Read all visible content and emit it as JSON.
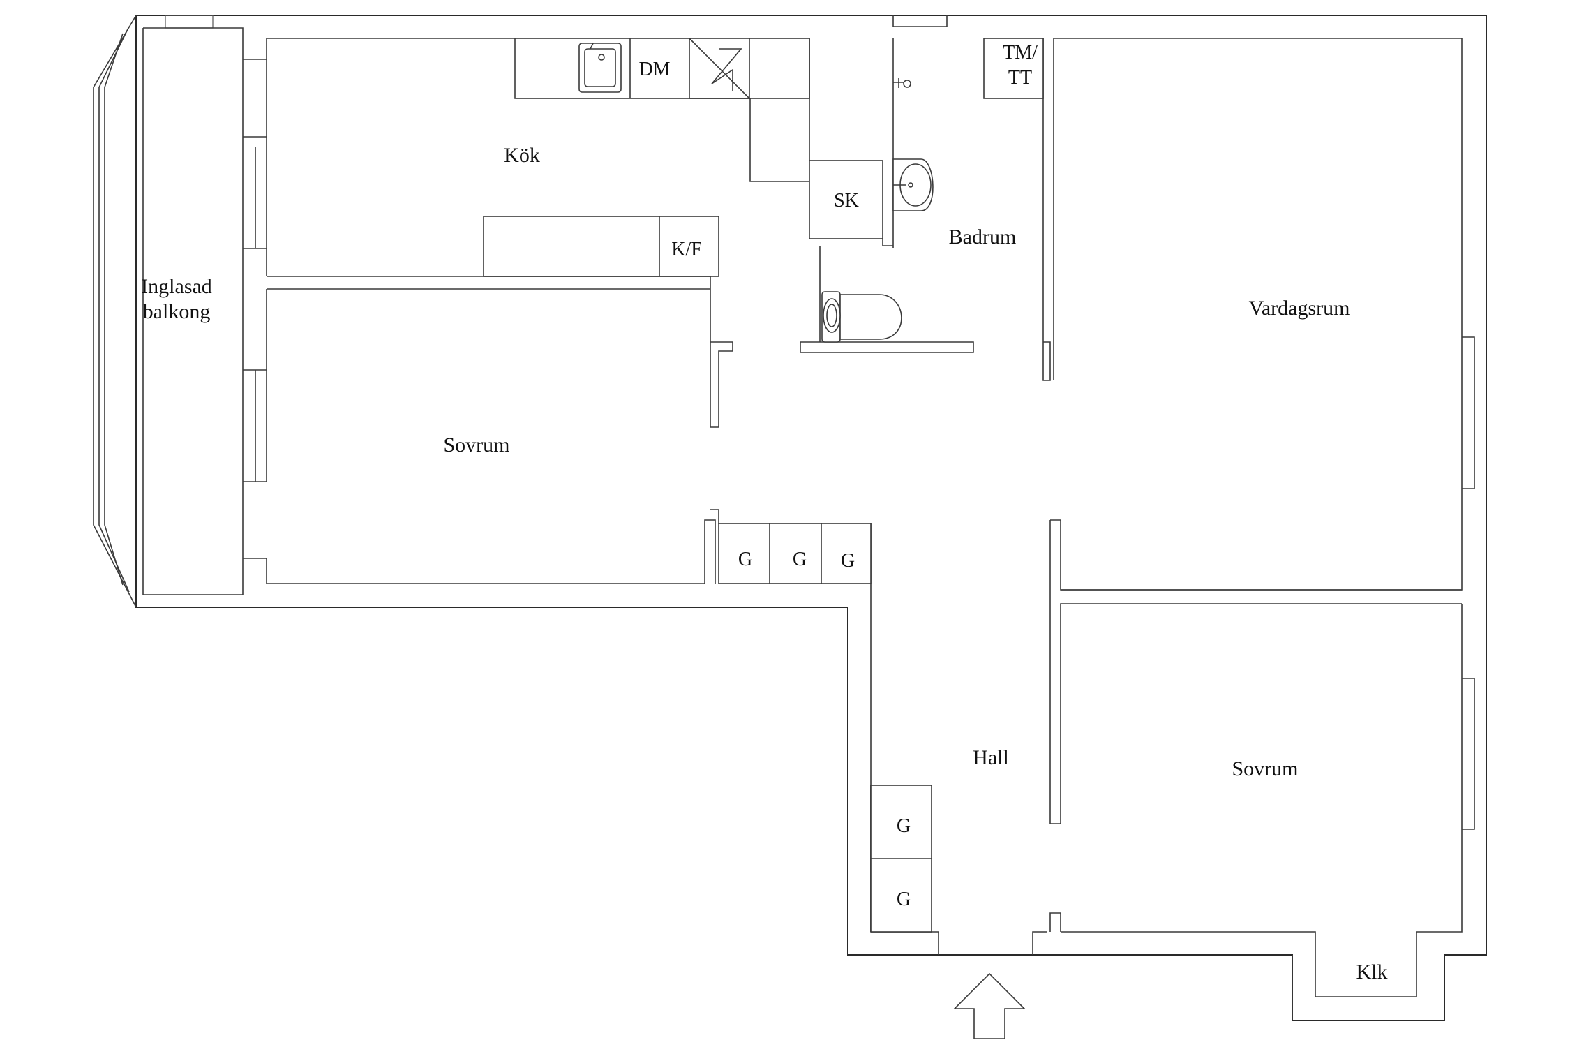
{
  "rooms": {
    "kitchen": "Kök",
    "balcony_line1": "Inglasad",
    "balcony_line2": "balkong",
    "bedroom_left": "Sovrum",
    "bathroom": "Badrum",
    "living_room": "Vardagsrum",
    "hall": "Hall",
    "bedroom_right": "Sovrum",
    "walk_in_closet": "Klk"
  },
  "fixtures": {
    "dishwasher": "DM",
    "fridge_freezer": "K/F",
    "cabinet": "SK",
    "washer_line1": "TM/",
    "washer_line2": "TT",
    "wardrobe": "G"
  },
  "icons": [
    "sink-icon",
    "stove-icon",
    "washbasin-icon",
    "toilet-icon",
    "faucet-icon",
    "entrance-arrow-icon"
  ],
  "colors": {
    "wall": "#2a2a2a",
    "background": "#ffffff"
  }
}
